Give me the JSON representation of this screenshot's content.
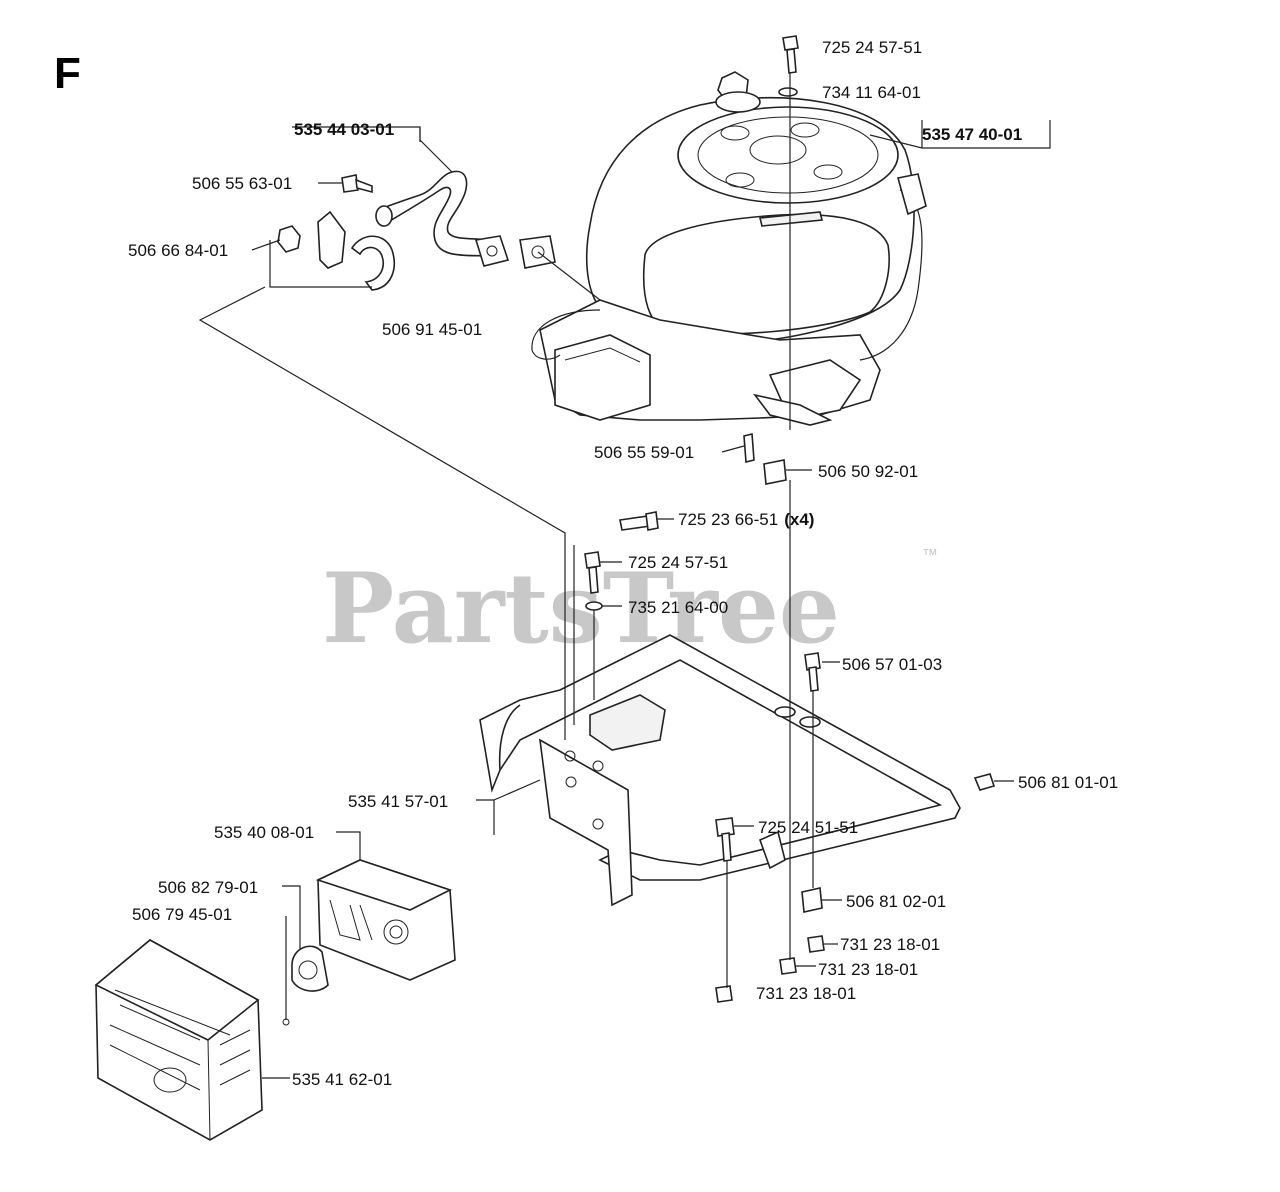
{
  "section_letter": "F",
  "watermark": "PartsTree",
  "watermark_tm": "™",
  "labels": {
    "p1": "725 24 57-51",
    "p2": "734 11 64-01",
    "p3": "535 44 03-01",
    "p4": "535 47 40-01",
    "p5": "506 55 63-01",
    "p6": "506 66 84-01",
    "p7": "506 91 45-01",
    "p8": "506 55 59-01",
    "p9": "506 50 92-01",
    "p10": "725 23 66-51",
    "p10_qty": "(x4)",
    "p11": "725 24 57-51",
    "p12": "735 21 64-00",
    "p13": "506 57 01-03",
    "p14": "506 81 01-01",
    "p15": "535 41 57-01",
    "p16": "725 24 51-51",
    "p17": "535 40 08-01",
    "p18": "506 82 79-01",
    "p19": "506 79 45-01",
    "p20": "506 81 02-01",
    "p21": "731 23 18-01",
    "p22": "731 23 18-01",
    "p23": "731 23 18-01",
    "p24": "535 41 62-01"
  }
}
